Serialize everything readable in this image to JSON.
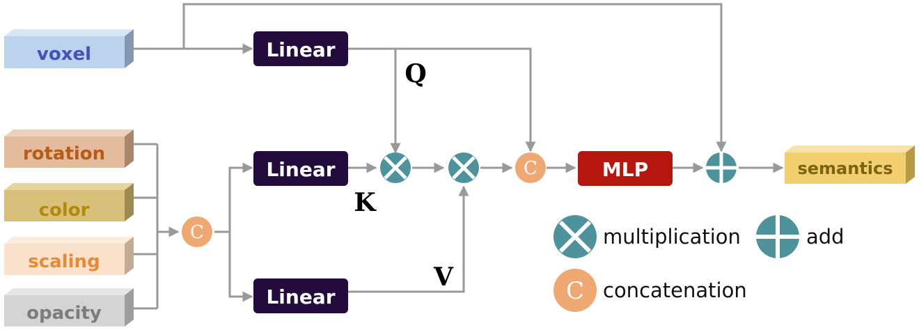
{
  "inputs": {
    "voxel": "voxel",
    "rotation": "rotation",
    "color": "color",
    "scaling": "scaling",
    "opacity": "opacity"
  },
  "output": "semantics",
  "blocks": {
    "linear_q": "Linear",
    "linear_k": "Linear",
    "linear_v": "Linear",
    "mlp": "MLP"
  },
  "labels": {
    "q": "Q",
    "k": "K",
    "v": "V",
    "concat_symbol": "C"
  },
  "legend": {
    "multiplication": "multiplication",
    "add": "add",
    "concatenation": "concatenation"
  },
  "colors": {
    "voxel": "#bcd3ee",
    "rotation": "#e3bb9d",
    "color": "#d8c07a",
    "scaling": "#f9e1cc",
    "opacity": "#d4d4d4",
    "semantics": "#f2ce6e",
    "linear": "#230b3d",
    "mlp": "#b5170e",
    "operator": "#4e929b",
    "concat": "#f0a872"
  }
}
